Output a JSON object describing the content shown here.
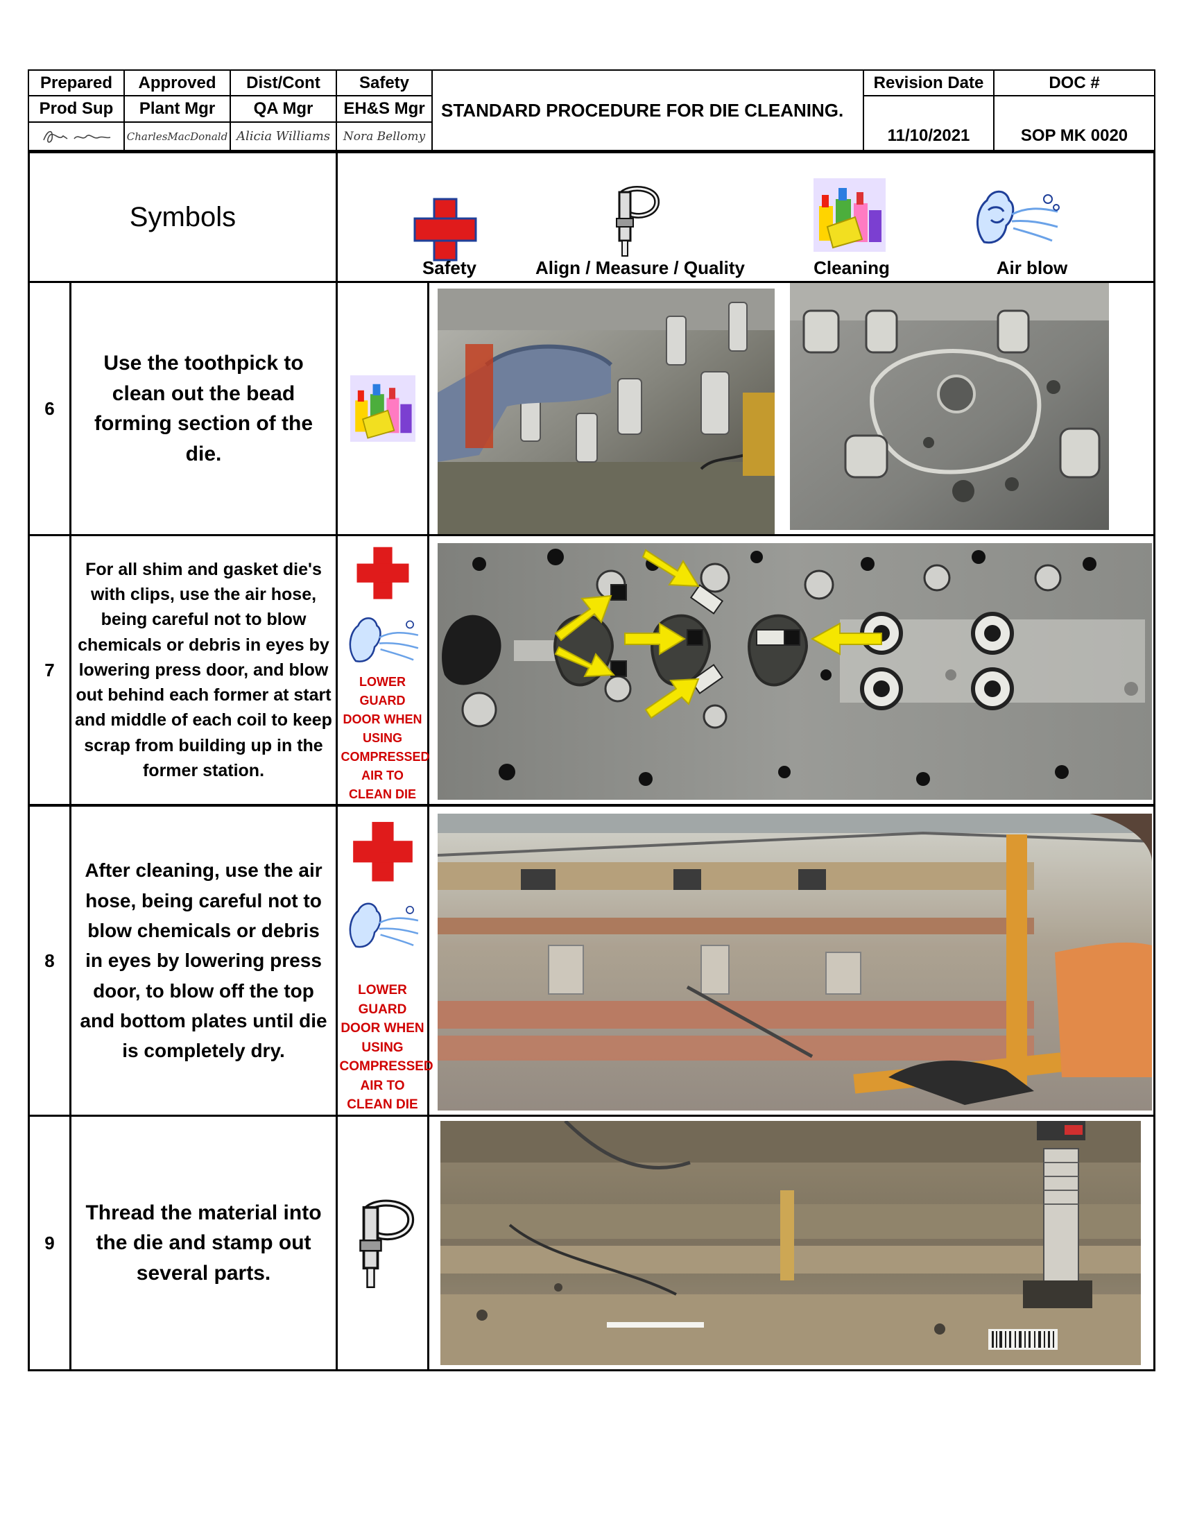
{
  "header": {
    "prepared_label": "Prepared",
    "approved_label": "Approved",
    "dist_label": "Dist/Cont",
    "safety_label": "Safety",
    "prepared_role": "Prod Sup",
    "approved_role": "Plant Mgr",
    "dist_role": "QA Mgr",
    "safety_role": "EH&S Mgr",
    "approved_sig": "CharlesMacDonald",
    "dist_sig": "Alicia Williams",
    "safety_sig": "Nora Bellomy",
    "title": "STANDARD PROCEDURE FOR DIE CLEANING.",
    "revision_label": "Revision Date",
    "revision_value": "11/10/2021",
    "doc_label": "DOC #",
    "doc_value": "SOP MK 0020"
  },
  "symbols": {
    "heading": "Symbols",
    "items": [
      {
        "label": "Safety",
        "icon": "red-cross-icon"
      },
      {
        "label": "Align / Measure / Quality",
        "icon": "caliper-icon"
      },
      {
        "label": "Cleaning",
        "icon": "cleaning-supplies-icon"
      },
      {
        "label": "Air blow",
        "icon": "air-blow-icon"
      }
    ]
  },
  "steps": [
    {
      "number": "6",
      "text": "Use the toothpick to clean out the bead forming section of the die."
    },
    {
      "number": "7",
      "text": "For all shim and gasket die's with clips, use the air hose, being careful not to blow chemicals or debris in eyes by lowering press door, and blow out behind each former at start and middle of each coil to keep scrap from building up in the former station.",
      "warning": "LOWER GUARD DOOR WHEN USING COMPRESSED AIR TO CLEAN DIE"
    },
    {
      "number": "8",
      "text": "After cleaning, use the air hose, being careful not to blow chemicals or debris in eyes by lowering press door, to blow off the top and bottom plates until die is completely dry.",
      "warning": "LOWER GUARD DOOR WHEN USING COMPRESSED AIR TO CLEAN DIE"
    },
    {
      "number": "9",
      "text": "Thread the material into the die and stamp out several parts."
    }
  ],
  "colors": {
    "safety_red": "#e01b1b",
    "warning_red": "#d00000",
    "arrow_yellow": "#f5e600"
  }
}
